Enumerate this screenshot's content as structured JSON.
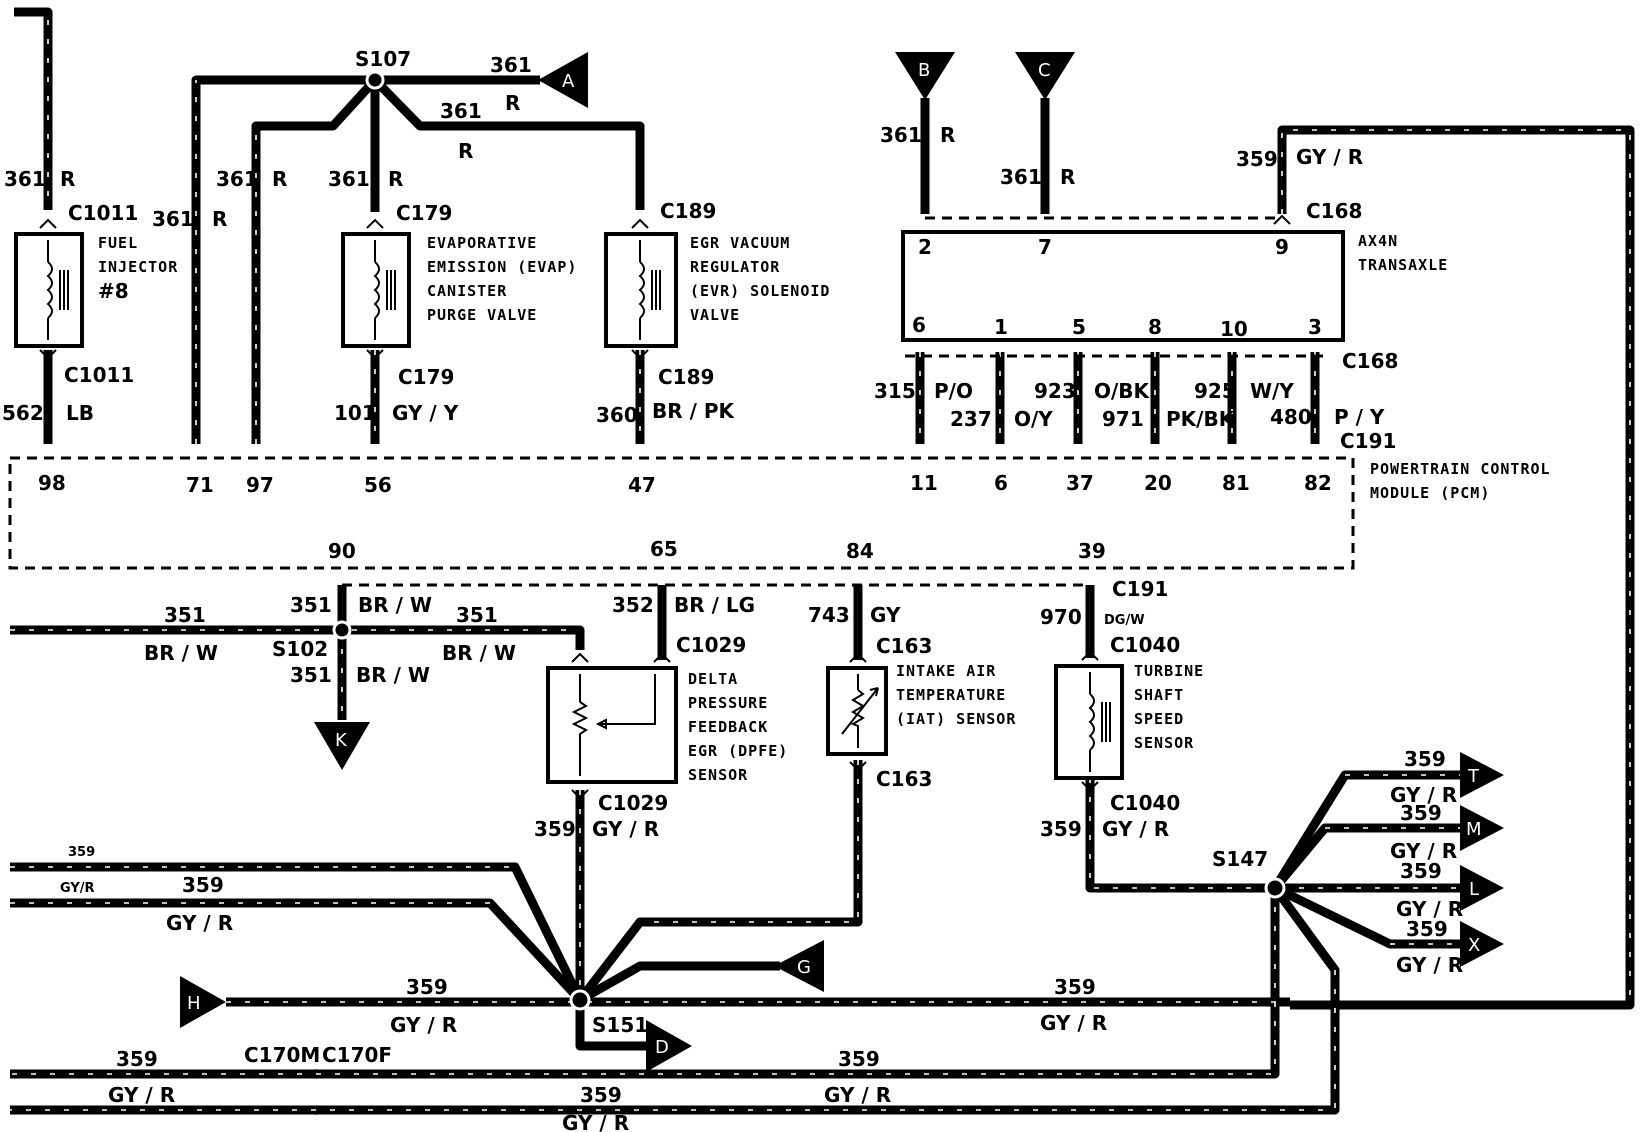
{
  "connectors": {
    "c1011_top": "C1011",
    "c1011_bot": "C1011",
    "c179_top": "C179",
    "c179_bot": "C179",
    "c189_top": "C189",
    "c189_bot": "C189",
    "c168_top": "C168",
    "c168_bot": "C168",
    "c191_a": "C191",
    "c191_b": "C191",
    "c1029_top": "C1029",
    "c1029_bot": "C1029",
    "c163_top": "C163",
    "c163_bot": "C163",
    "c1040_top": "C1040",
    "c1040_bot": "C1040",
    "c170m": "C170M",
    "c170f": "C170F"
  },
  "splices": {
    "s107": "S107",
    "s102": "S102",
    "s151": "S151",
    "s147": "S147"
  },
  "components": {
    "fuel_injector": [
      "FUEL",
      "INJECTOR",
      "#8"
    ],
    "evap": [
      "EVAPORATIVE",
      "EMISSION (EVAP)",
      "CANISTER",
      "PURGE VALVE"
    ],
    "evr": [
      "EGR VACUUM",
      "REGULATOR",
      "(EVR) SOLENOID",
      "VALVE"
    ],
    "transaxle": [
      "AX4N",
      "TRANSAXLE"
    ],
    "pcm": [
      "POWERTRAIN CONTROL",
      "MODULE (PCM)"
    ],
    "dpfe": [
      "DELTA",
      "PRESSURE",
      "FEEDBACK",
      "EGR (DPFE)",
      "SENSOR"
    ],
    "iat": [
      "INTAKE AIR",
      "TEMPERATURE",
      "(IAT) SENSOR"
    ],
    "tss": [
      "TURBINE",
      "SHAFT",
      "SPEED",
      "SENSOR"
    ]
  },
  "arrows": {
    "a": "A",
    "b": "B",
    "c": "C",
    "k": "K",
    "g": "G",
    "h": "H",
    "d": "D",
    "t": "T",
    "m": "M",
    "l": "L",
    "x": "X"
  },
  "transaxle_pins": {
    "p2": "2",
    "p7": "7",
    "p9": "9",
    "p6": "6",
    "p1": "1",
    "p5": "5",
    "p8": "8",
    "p10": "10",
    "p3": "3"
  },
  "pcm_pins": {
    "p98": "98",
    "p71": "71",
    "p97": "97",
    "p56": "56",
    "p47": "47",
    "p11": "11",
    "p6": "6",
    "p37": "37",
    "p20": "20",
    "p81": "81",
    "p82": "82",
    "p90": "90",
    "p65": "65",
    "p84": "84",
    "p39": "39"
  },
  "wires": {
    "w361": "361",
    "r": "R",
    "w562": "562",
    "lb": "LB",
    "w101": "101",
    "gyy": "GY / Y",
    "w360": "360",
    "brpk": "BR / PK",
    "w359": "359",
    "gyr": "GY / R",
    "gyr_small": "GY/R",
    "w315": "315",
    "po": "P/O",
    "w237": "237",
    "oy": "O/Y",
    "w923": "923",
    "obk": "O/BK",
    "w971": "971",
    "pkbk": "PK/BK",
    "w925": "925",
    "wy": "W/Y",
    "w480": "480",
    "py": "P / Y",
    "w351": "351",
    "brw": "BR / W",
    "w352": "352",
    "brlg": "BR / LG",
    "w743": "743",
    "gy": "GY",
    "w970": "970",
    "dgw": "DG/W"
  }
}
